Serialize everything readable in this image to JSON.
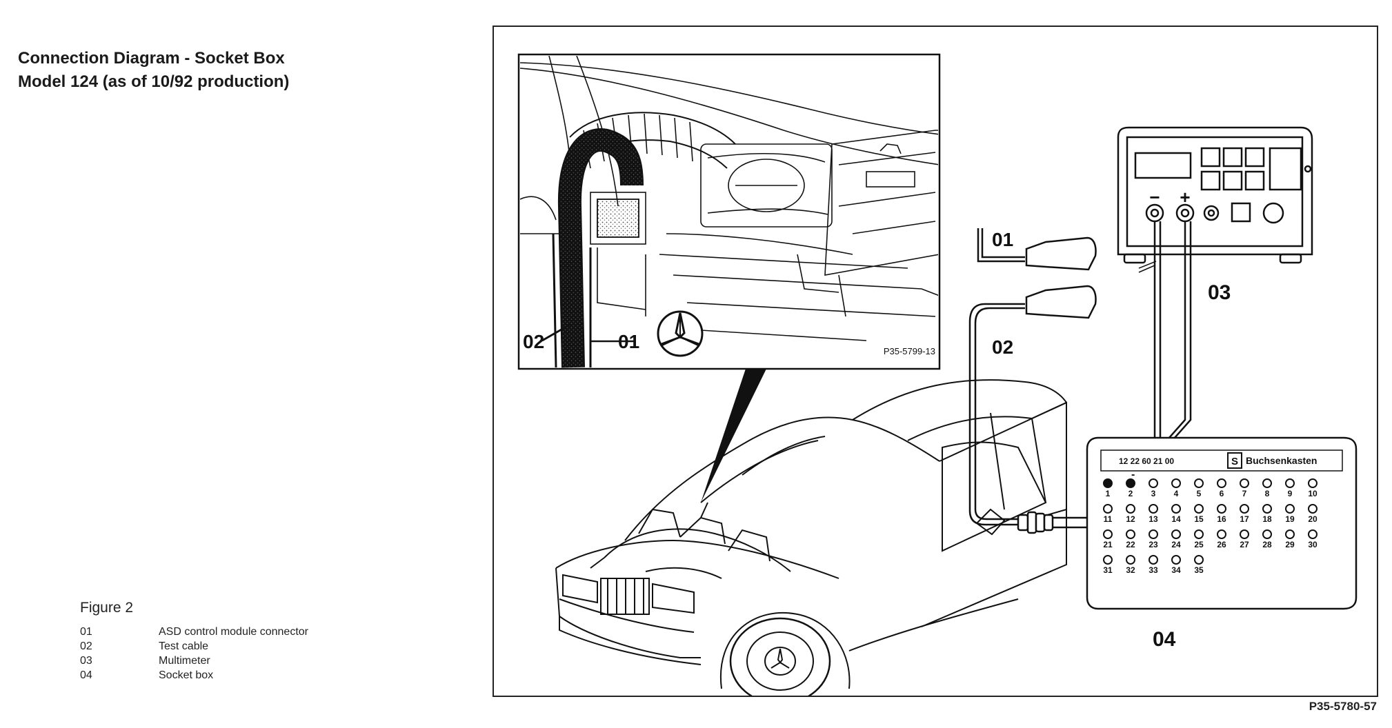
{
  "document": {
    "title_line1": "Connection Diagram - Socket Box",
    "title_line2": "Model 124 (as of 10/92 production)",
    "figure_code": "P35-5780-57"
  },
  "legend": {
    "figure_title": "Figure 2",
    "items": [
      {
        "num": "01",
        "label": "ASD control module connector"
      },
      {
        "num": "02",
        "label": "Test cable"
      },
      {
        "num": "03",
        "label": "Multimeter"
      },
      {
        "num": "04",
        "label": "Socket box"
      }
    ]
  },
  "diagram": {
    "inset_code": "P35-5799-13",
    "inset_label_02": "02",
    "inset_label_01": "01",
    "connector_label_01": "01",
    "cable_label_02": "02",
    "multimeter_label": "03",
    "multimeter_minus": "−",
    "multimeter_plus": "+",
    "socketbox_label": "04",
    "socketbox_header_nums": "12    22  60  21  00",
    "socketbox_header_s": "S",
    "socketbox_header_title": "Buchsenkasten",
    "socketbox_minus": "-",
    "sockets": [
      "1",
      "2",
      "3",
      "4",
      "5",
      "6",
      "7",
      "8",
      "9",
      "10",
      "11",
      "12",
      "13",
      "14",
      "15",
      "16",
      "17",
      "18",
      "19",
      "20",
      "21",
      "22",
      "23",
      "24",
      "25",
      "26",
      "27",
      "28",
      "29",
      "30",
      "31",
      "32",
      "33",
      "34",
      "35"
    ]
  },
  "colors": {
    "ink": "#111111",
    "paper": "#ffffff",
    "stipple": "#555555"
  }
}
